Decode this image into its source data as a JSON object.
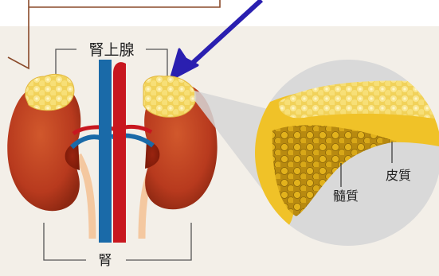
{
  "labels": {
    "adrenal_gland": "腎上腺",
    "kidney": "腎",
    "cortex": "皮質",
    "medulla": "髓質"
  },
  "colors": {
    "background": "#f3efe8",
    "kidney": "#b83a1e",
    "adrenal": "#f2d35c",
    "artery": "#c8171f",
    "vein": "#1a6aa8",
    "ureter": "#f4c8a0",
    "callout_arrow": "#2a1fb0",
    "callout_line": "#8a4a2a",
    "zoom_circle": "#d9d9d9"
  }
}
